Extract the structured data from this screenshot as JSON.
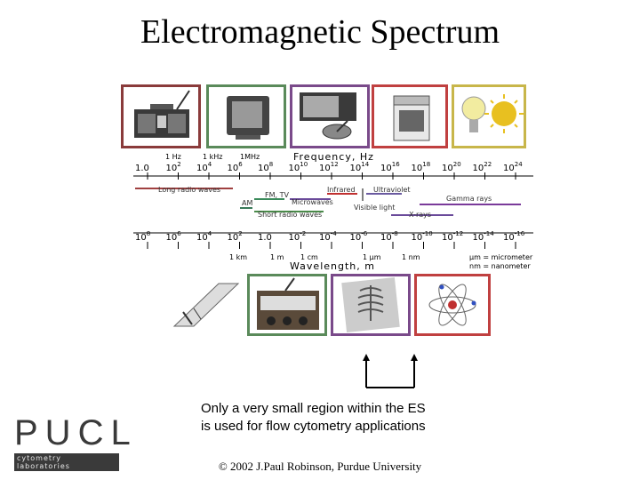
{
  "title": "Electromagnetic Spectrum",
  "frequency": {
    "axis_title": "Frequency, Hz",
    "unit_labels": [
      "1 Hz",
      "1 kHz",
      "1MHz"
    ],
    "ticks": [
      {
        "base": "1.0",
        "exp": ""
      },
      {
        "base": "10",
        "exp": "2"
      },
      {
        "base": "10",
        "exp": "4"
      },
      {
        "base": "10",
        "exp": "6"
      },
      {
        "base": "10",
        "exp": "8"
      },
      {
        "base": "10",
        "exp": "10"
      },
      {
        "base": "10",
        "exp": "12"
      },
      {
        "base": "10",
        "exp": "14"
      },
      {
        "base": "10",
        "exp": "16"
      },
      {
        "base": "10",
        "exp": "18"
      },
      {
        "base": "10",
        "exp": "20"
      },
      {
        "base": "10",
        "exp": "22"
      },
      {
        "base": "10",
        "exp": "24"
      }
    ]
  },
  "bands": {
    "long_radio": "Long radio waves",
    "fm_tv": "FM, TV",
    "microwaves": "Microwaves",
    "infrared": "Infrared",
    "ultraviolet": "Ultraviolet",
    "gamma": "Gamma rays",
    "am": "AM",
    "short_radio": "Short radio waves",
    "visible": "Visible light",
    "xrays": "X-rays"
  },
  "wavelength": {
    "axis_title": "Wavelength, m",
    "ticks": [
      {
        "base": "10",
        "exp": "8"
      },
      {
        "base": "10",
        "exp": "6"
      },
      {
        "base": "10",
        "exp": "4"
      },
      {
        "base": "10",
        "exp": "2"
      },
      {
        "base": "1.0",
        "exp": ""
      },
      {
        "base": "10",
        "exp": "-2"
      },
      {
        "base": "10",
        "exp": "-4"
      },
      {
        "base": "10",
        "exp": "-6"
      },
      {
        "base": "10",
        "exp": "-8"
      },
      {
        "base": "10",
        "exp": "-10"
      },
      {
        "base": "10",
        "exp": "-12"
      },
      {
        "base": "10",
        "exp": "-14"
      },
      {
        "base": "10",
        "exp": "-16"
      }
    ],
    "unit_labels": [
      "1 km",
      "1 m",
      "1 cm",
      "1 μm",
      "1 nm"
    ],
    "legend_micrometer": "μm = micrometer",
    "legend_nanometer": "nm = nanometer"
  },
  "caption_line1": "Only a very small region within the ES",
  "caption_line2": "is used for flow cytometry applications",
  "copyright": "© 2002 J.Paul Robinson, Purdue University",
  "logo": {
    "text": "PUCL",
    "subtitle": "cytometry laboratories"
  },
  "colors": {
    "radio": "#8a3b3b",
    "tv": "#5a8a5a",
    "microwave": "#7a4a8a",
    "appliance": "#c04040",
    "bulb": "#c8b64a",
    "long": "#a04040",
    "fm": "#3a8a5a",
    "micro": "#6a4a9a",
    "infrared": "#c03030",
    "uv": "#6a5aa0",
    "gamma": "#7a3a9a",
    "am": "#3a7a5a",
    "short": "#4a8a4a",
    "xray": "#6a4a9a"
  }
}
